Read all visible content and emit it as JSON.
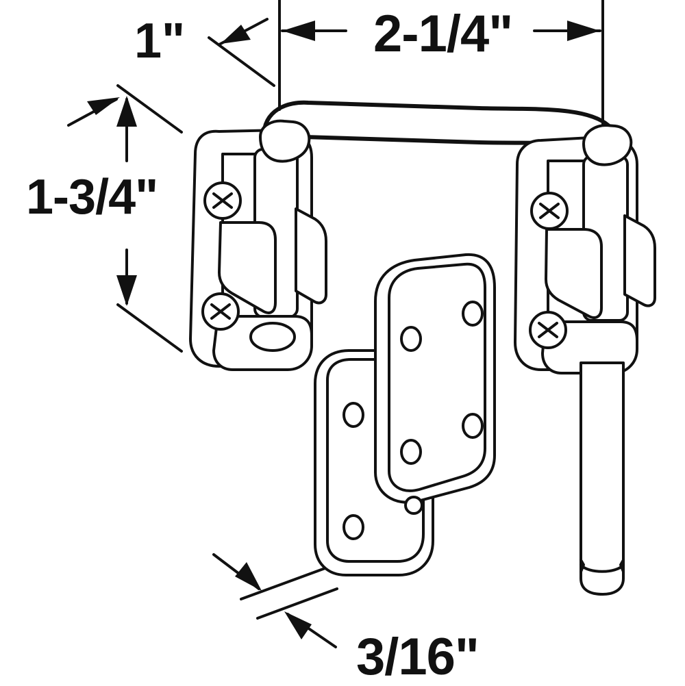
{
  "dimensions": {
    "width": "2-1/4\"",
    "depth": "1\"",
    "height": "1-3/4\"",
    "thickness": "3/16\""
  },
  "colors": {
    "ink": "#111111",
    "background": "#ffffff"
  }
}
